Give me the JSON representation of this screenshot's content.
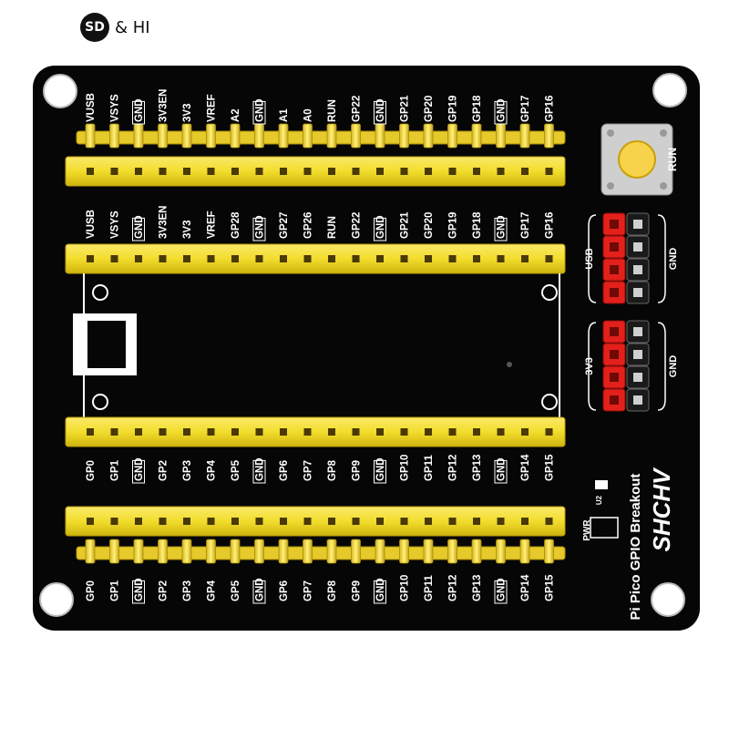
{
  "brand": {
    "mark": "SD",
    "suffix": "& HI"
  },
  "board": {
    "title": "Pi Pico GPIO Breakout",
    "maker": "SHCHV",
    "run_label": "RUN",
    "pwr_label": "PWR",
    "led_label": "U2"
  },
  "top_pins_1": [
    "VUSB",
    "VSYS",
    "GND",
    "3V3EN",
    "3V3",
    "VREF",
    "A2",
    "GND",
    "A1",
    "A0",
    "RUN",
    "GP22",
    "GND",
    "GP21",
    "GP20",
    "GP19",
    "GP18",
    "GND",
    "GP17",
    "GP16"
  ],
  "top_pins_2": [
    "VUSB",
    "VSYS",
    "GND",
    "3V3EN",
    "3V3",
    "VREF",
    "GP28",
    "GND",
    "GP27",
    "GP26",
    "RUN",
    "GP22",
    "GND",
    "GP21",
    "GP20",
    "GP19",
    "GP18",
    "GND",
    "GP17",
    "GP16"
  ],
  "bottom_pins": [
    "GP0",
    "GP1",
    "GND",
    "GP2",
    "GP3",
    "GP4",
    "GP5",
    "GND",
    "GP6",
    "GP7",
    "GP8",
    "GP9",
    "GND",
    "GP10",
    "GP11",
    "GP12",
    "GP13",
    "GND",
    "GP14",
    "GP15"
  ],
  "power_headers": [
    {
      "left": "USB",
      "right": "GND"
    },
    {
      "left": "3V3",
      "right": "GND"
    }
  ],
  "colors": {
    "pcb": "#060606",
    "header_yellow": "#f2dd2c",
    "jumper_red": "#e3201b",
    "silk": "#ffffff"
  }
}
